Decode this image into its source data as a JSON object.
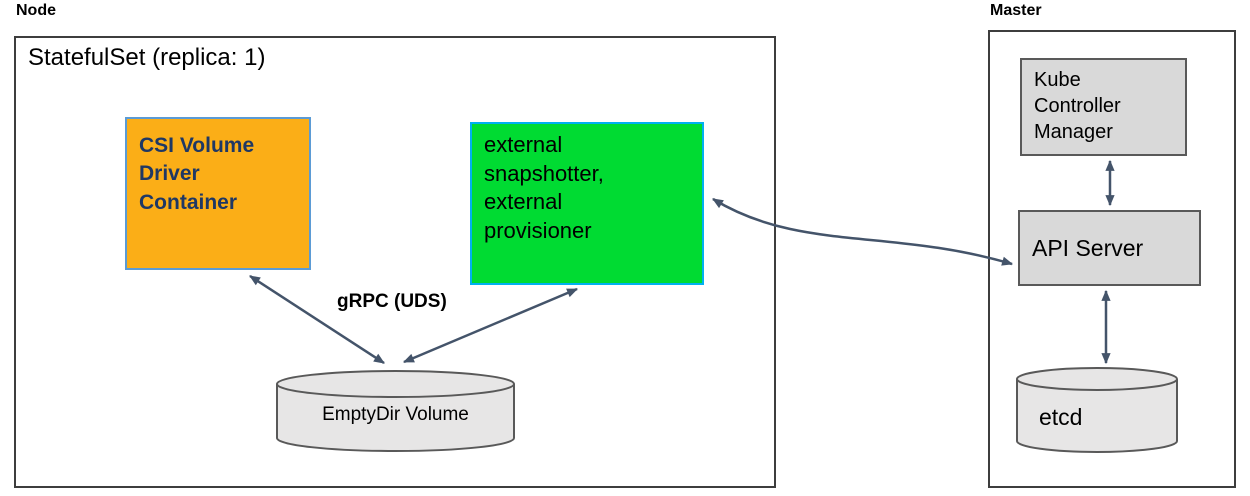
{
  "node": {
    "title": "Node",
    "statefulset": "StatefulSet (replica: 1)",
    "csi_box": "CSI Volume\nDriver\nContainer",
    "sidecar_box": "external\nsnapshotter,\nexternal\nprovisioner",
    "grpc_label": "gRPC (UDS)",
    "emptydir": "EmptyDir Volume"
  },
  "master": {
    "title": "Master",
    "kcm": "Kube\nController\nManager",
    "api_server": "API Server",
    "etcd": "etcd"
  },
  "colors": {
    "arrow": "#44546A",
    "outer_border": "#3d3d3d",
    "csi_fill": "#FBAE17",
    "csi_border": "#5B9BD5",
    "csi_text": "#1F3864",
    "sidecar_fill": "#00DB32",
    "sidecar_border": "#00B0F0",
    "gray_fill": "#D9D9D9",
    "cylinder_fill": "#E7E6E6",
    "shape_border": "#595959"
  }
}
